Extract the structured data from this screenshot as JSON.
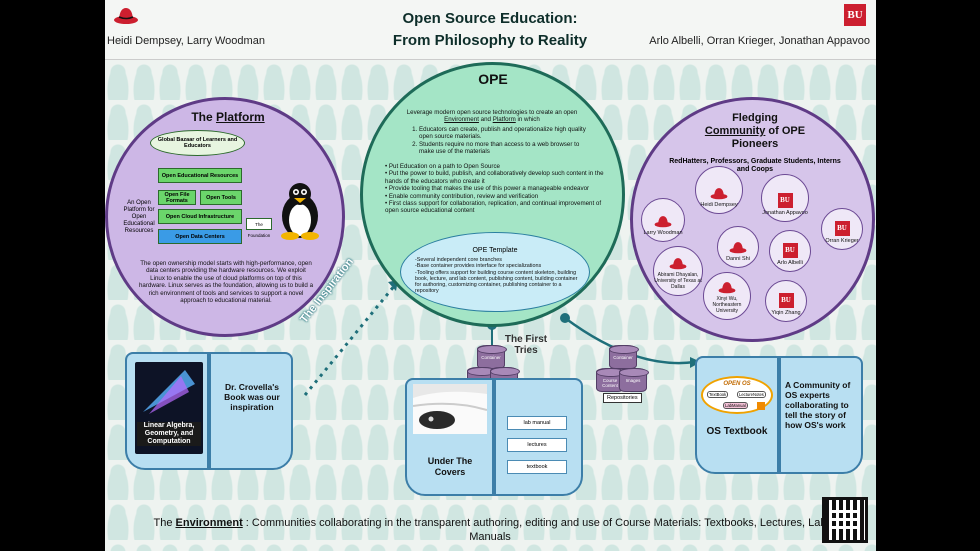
{
  "header": {
    "title_line1": "Open Source Education:",
    "title_line2": "From Philosophy to Reality",
    "authors_left": "Heidi Dempsey, Larry Woodman",
    "authors_right": "Arlo Albelli, Orran Krieger, Jonathan Appavoo",
    "logo_text": "BU"
  },
  "platform": {
    "title_prefix": "The ",
    "title_underlined": "Platform",
    "bazaar": "Global Bazaar of Learners and Educators",
    "layers": {
      "oer": "Open Educational Resources",
      "formats": "Open File Formats",
      "tools": "Open Tools",
      "cloud": "Open Cloud Infrastructure",
      "datacenters": "Open Data Centers",
      "foundation": "The Foundation"
    },
    "side_label": "An Open Platform for Open Educational Resources",
    "body": "The open ownership model starts with high-performance, open data centers providing the hardware resources. We exploit Linux to enable the use of cloud platforms on top of this hardware. Linux serves as the foundation, allowing us to build a rich environment of tools and services to support a novel approach to educational material."
  },
  "ope": {
    "title": "OPE",
    "intro_a": "Leverage modern open source technologies to create an open ",
    "intro_env": "Environment",
    "intro_and": " and ",
    "intro_platform": "Platform",
    "intro_b": " in which",
    "numbered": [
      "Educators can create, publish and operationalize high quality open source materials.",
      "Students require no more than access to a web browser to make use of the materials"
    ],
    "bullets": [
      "Put Education on a path to Open Source",
      "Put the power to build, publish, and collaboratively develop such content in the hands of the educators who create it",
      "Provide tooling that makes the use of this power a manageable endeavor",
      "Enable community contribution, review and verification",
      "First class support for collaboration, replication, and continual improvement of open source educational content"
    ]
  },
  "template": {
    "title": "OPE Template",
    "items": [
      "-Several independent core branches",
      "-Base container provides interface for specializations",
      "-Tooling offers support for building course content skeleton, building book, lecture, and lab content, publishing content, building container for authoring, customizing container, publishing container to a repository"
    ]
  },
  "community": {
    "title_line1": "Fledging",
    "title_underlined": "Community",
    "title_rest": " of OPE",
    "title_line3": "Pioneers",
    "subtitle": "RedHatters, Professors, Graduate Students, Interns and Coops",
    "members": [
      {
        "name": "Larry Woodman",
        "logo": "hat"
      },
      {
        "name": "Heidi Dempsey",
        "logo": "hat"
      },
      {
        "name": "Jonathan Appavoo",
        "logo": "bu"
      },
      {
        "name": "Orran Krieger",
        "logo": "bu"
      },
      {
        "name": "Abirami Dhayalan, University of Texas at Dallas",
        "logo": "hat"
      },
      {
        "name": "Danni Shi",
        "logo": "hat"
      },
      {
        "name": "Arlo Albelli",
        "logo": "bu"
      },
      {
        "name": "Xinyi Wu, Northeastern University",
        "logo": "hat"
      },
      {
        "name": "Yiqin Zhang",
        "logo": "bu"
      }
    ]
  },
  "inspiration": {
    "label": "The Inspiration",
    "book_cover": "Linear Algebra, Geometry, and Computation",
    "text": "Dr. Crovella's Book was our inspiration"
  },
  "first_tries": {
    "label": "The First Tries",
    "container": "Container",
    "course_content": "Course Content",
    "images": "Images",
    "repositories": "Repositories",
    "book_title": "Under The Covers",
    "tags": [
      "lab manual",
      "lectures",
      "textbook"
    ]
  },
  "os_textbook": {
    "title": "OS Textbook",
    "badge": "OPEN OS",
    "badge_items": [
      "TextBook",
      "LectureNotes",
      "LabManual"
    ],
    "text": "A Community of OS experts collaborating to tell the story of how OS's work"
  },
  "footer": {
    "prefix": "The ",
    "underlined": "Environment",
    "rest": " : Communities collaborating in the transparent authoring, editing and use of Course Materials: Textbooks, Lectures, Lab Manuals"
  },
  "colors": {
    "platform_fill": "#cdb7e6",
    "ope_fill": "#a4e5c6",
    "book_fill": "#b8dff2",
    "layer_green": "#6bd56b",
    "layer_blue": "#3a9be6",
    "redhat_red": "#cc1f2f"
  }
}
